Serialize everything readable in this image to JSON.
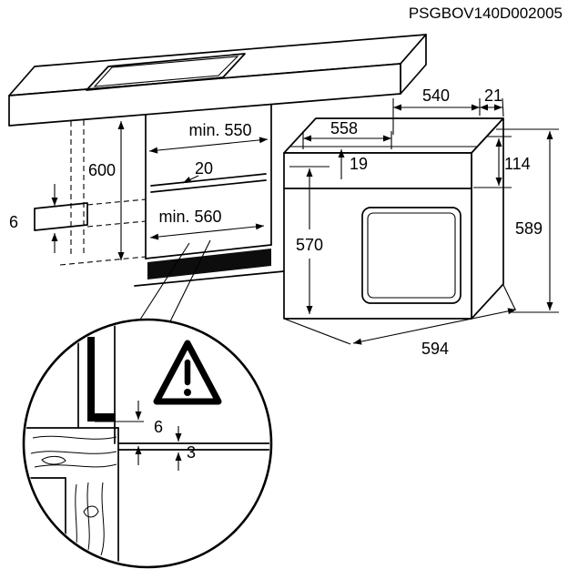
{
  "header": {
    "model": "PSGBOV140D002005"
  },
  "cabinet_dims": {
    "niche_width": "min. 550",
    "rail_depth": "20",
    "niche_height": "600",
    "niche_depth": "min. 560",
    "side_gap": "6"
  },
  "oven_dims": {
    "depth": "540",
    "panel_overhang": "21",
    "body_width": "558",
    "top_trim": "19",
    "panel_height": "114",
    "total_height": "589",
    "body_height": "570",
    "front_width": "594"
  },
  "detail_dims": {
    "gap": "6",
    "trim": "3"
  },
  "icons": {
    "warning": "warning-triangle-icon"
  },
  "colors": {
    "line": "#000000",
    "background": "#ffffff",
    "plinth": "#0d0d0d"
  }
}
